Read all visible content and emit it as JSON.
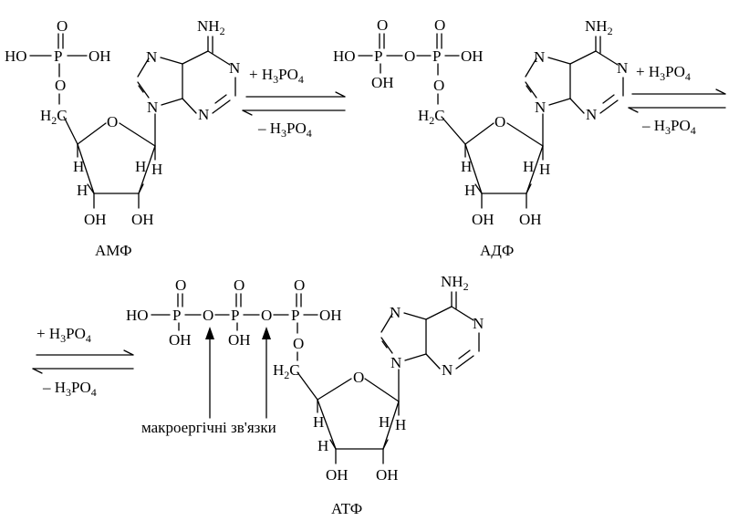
{
  "labels": {
    "amp": "АМФ",
    "adp": "АДФ",
    "atp": "АТФ",
    "high_energy_bonds": "макроергічні зв'язки"
  },
  "atoms": {
    "HO": "HO",
    "OH": "OH",
    "O": "O",
    "P": "P",
    "N": "N",
    "NH": "NH",
    "two": "2",
    "H": "H",
    "H2C_prefix": "H",
    "H2C_sub": "2",
    "H2C_suffix": "C"
  },
  "reagent": {
    "plus": "+ H",
    "minus": "– H",
    "sub3": "3",
    "po": "PO",
    "sub4": "4"
  }
}
